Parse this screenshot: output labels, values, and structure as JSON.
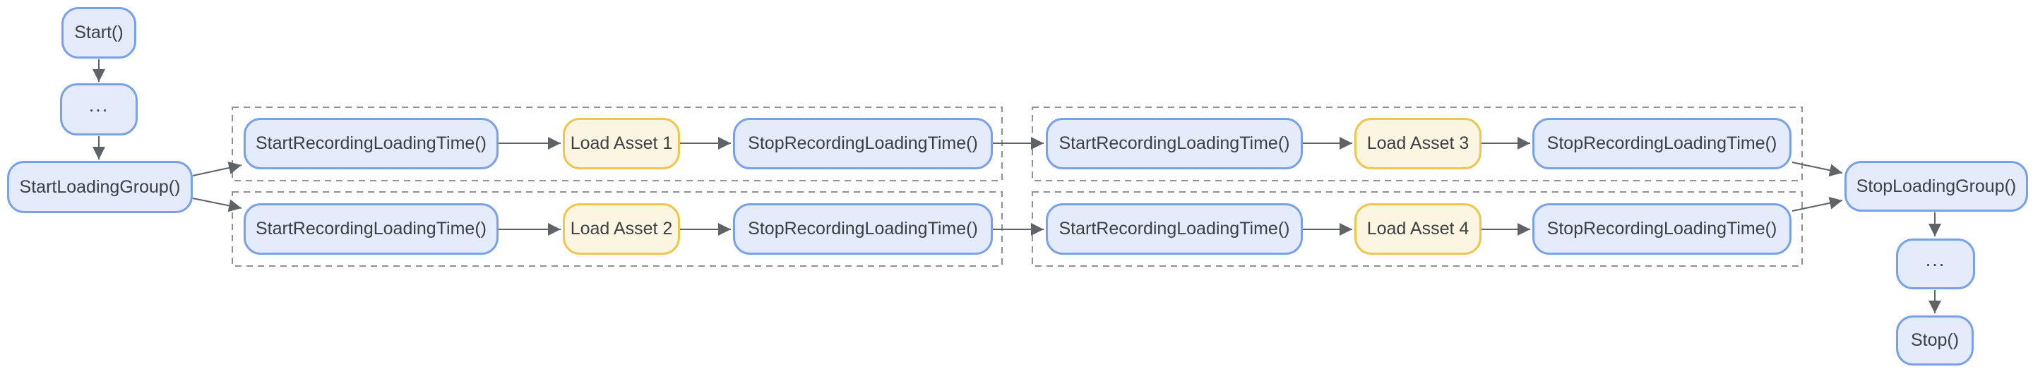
{
  "diagram": {
    "type": "flowchart",
    "colors": {
      "node_fill_blue": "#e4ecfb",
      "node_border_blue": "#78a1e9",
      "node_fill_yellow": "#fcf5e1",
      "node_border_yellow": "#efc54d",
      "edge": "#5f6368",
      "group_frame": "#919191",
      "text": "#3c4043",
      "background": "#ffffff"
    },
    "nodes": {
      "start": "Start()",
      "pre_ellipsis": "...",
      "start_loading_group": "StartLoadingGroup()",
      "g1_r1_start_recording": "StartRecordingLoadingTime()",
      "g1_r1_load_asset": "Load Asset 1",
      "g1_r1_stop_recording": "StopRecordingLoadingTime()",
      "g1_r2_start_recording": "StartRecordingLoadingTime()",
      "g1_r2_load_asset": "Load Asset 2",
      "g1_r2_stop_recording": "StopRecordingLoadingTime()",
      "g2_r1_start_recording": "StartRecordingLoadingTime()",
      "g2_r1_load_asset": "Load Asset 3",
      "g2_r1_stop_recording": "StopRecordingLoadingTime()",
      "g2_r2_start_recording": "StartRecordingLoadingTime()",
      "g2_r2_load_asset": "Load Asset 4",
      "g2_r2_stop_recording": "StopRecordingLoadingTime()",
      "stop_loading_group": "StopLoadingGroup()",
      "post_ellipsis": "...",
      "stop": "Stop()"
    }
  }
}
